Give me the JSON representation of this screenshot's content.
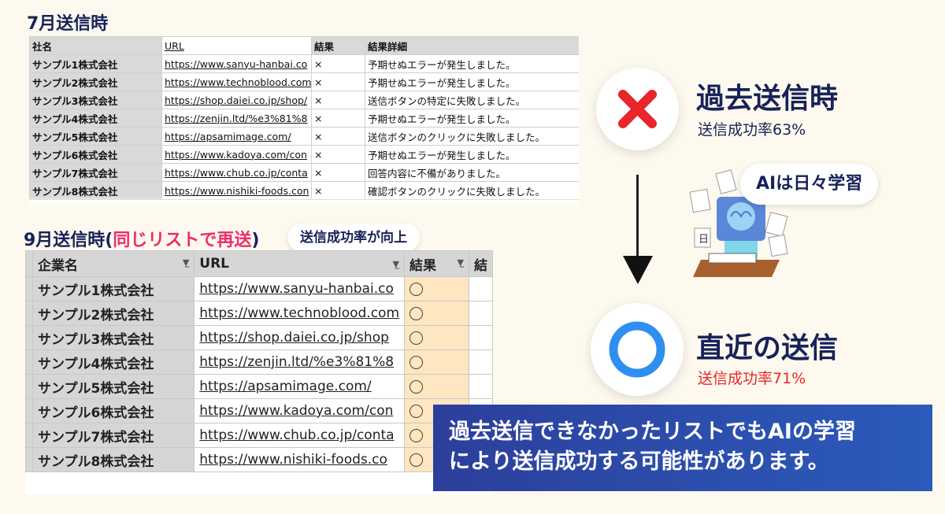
{
  "july": {
    "title": "7月送信時",
    "headers": [
      "社名",
      "URL",
      "結果",
      "結果詳細"
    ],
    "rows": [
      {
        "company": "サンプル1株式会社",
        "url": "https://www.sanyu-hanbai.co",
        "result": "×",
        "detail": "予期せぬエラーが発生しました。"
      },
      {
        "company": "サンプル2株式会社",
        "url": "https://www.technoblood.com",
        "result": "×",
        "detail": "予期せぬエラーが発生しました。"
      },
      {
        "company": "サンプル3株式会社",
        "url": "https://shop.daiei.co.jp/shop/",
        "result": "×",
        "detail": "送信ボタンの特定に失敗しました。"
      },
      {
        "company": "サンプル4株式会社",
        "url": "https://zenjin.ltd/%e3%81%8",
        "result": "×",
        "detail": "予期せぬエラーが発生しました。"
      },
      {
        "company": "サンプル5株式会社",
        "url": "https://apsamimage.com/",
        "result": "×",
        "detail": "送信ボタンのクリックに失敗しました。"
      },
      {
        "company": "サンプル6株式会社",
        "url": "https://www.kadoya.com/con",
        "result": "×",
        "detail": "予期せぬエラーが発生しました。"
      },
      {
        "company": "サンプル7株式会社",
        "url": "https://www.chub.co.jp/conta",
        "result": "×",
        "detail": "回答内容に不備がありました。"
      },
      {
        "company": "サンプル8株式会社",
        "url": "https://www.nishiki-foods.con",
        "result": "×",
        "detail": "確認ボタンのクリックに失敗しました。"
      }
    ]
  },
  "september": {
    "title_prefix": "9月送信時(",
    "title_highlight": "同じリストで再送",
    "title_suffix": ")",
    "badge": "送信成功率が向上",
    "headers": [
      "企業名",
      "URL",
      "結果",
      "結"
    ],
    "rows": [
      {
        "company": "サンプル1株式会社",
        "url": "https://www.sanyu-hanbai.co"
      },
      {
        "company": "サンプル2株式会社",
        "url": "https://www.technoblood.com"
      },
      {
        "company": "サンプル3株式会社",
        "url": "https://shop.daiei.co.jp/shop"
      },
      {
        "company": "サンプル4株式会社",
        "url": "https://zenjin.ltd/%e3%81%8"
      },
      {
        "company": "サンプル5株式会社",
        "url": "https://apsamimage.com/"
      },
      {
        "company": "サンプル6株式会社",
        "url": "https://www.kadoya.com/con"
      },
      {
        "company": "サンプル7株式会社",
        "url": "https://www.chub.co.jp/conta"
      },
      {
        "company": "サンプル8株式会社",
        "url": "https://www.nishiki-foods.co"
      }
    ]
  },
  "past": {
    "title": "過去送信時",
    "rate": "送信成功率63%",
    "rate_color": "#17225a",
    "icon": "cross-icon",
    "icon_color": "#e8262b"
  },
  "ai_badge": "AIは日々学習",
  "recent": {
    "title": "直近の送信",
    "rate": "送信成功率71%",
    "rate_color": "#e8262b",
    "icon": "circle-icon",
    "icon_color": "#2f8ff0"
  },
  "banner": {
    "line1": "過去送信できなかったリストでもAIの学習",
    "line2": "により送信成功する可能性があります。"
  }
}
